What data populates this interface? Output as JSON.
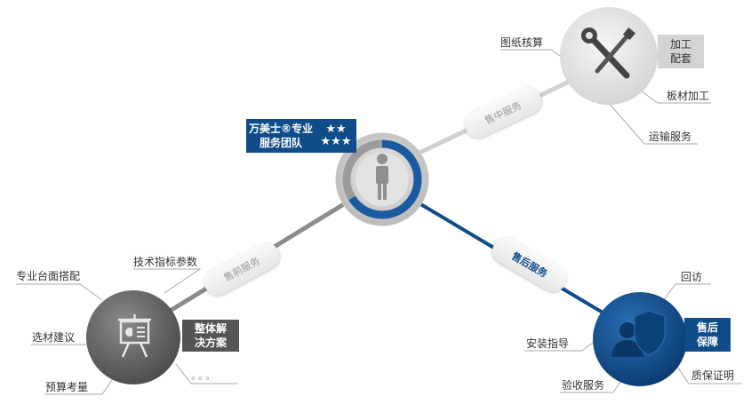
{
  "center": {
    "badge_line1": "万美士®专业",
    "badge_line2": "服务团队",
    "stars_row1": "★★",
    "stars_row2": "★★★"
  },
  "branches": {
    "pre_sales": {
      "pill": "售前服务",
      "badge_line1": "整体解",
      "badge_line2": "决方案",
      "labels": [
        "技术指标参数",
        "专业台面搭配",
        "选材建议",
        "预算考量",
        "。。。"
      ]
    },
    "in_sales": {
      "pill": "售中服务",
      "badge_line1": "加工",
      "badge_line2": "配套",
      "labels": [
        "图纸核算",
        "板材加工",
        "运输服务"
      ]
    },
    "after_sales": {
      "pill": "售后服务",
      "badge_line1": "售后",
      "badge_line2": "保障",
      "labels": [
        "回访",
        "安装指导",
        "验收服务",
        "质保证明"
      ]
    }
  },
  "colors": {
    "blue": "#0f4c8a",
    "dark_gray": "#555555",
    "light_gray": "#d9d9d9"
  }
}
